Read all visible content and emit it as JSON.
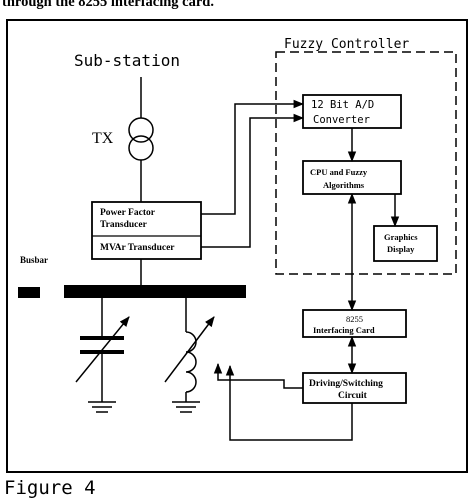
{
  "header_text": "through the 8255 interfacing card.",
  "caption": "Figure 4",
  "diagram": {
    "substation_label": "Sub-station",
    "transformer_label": "TX",
    "fuzzy_controller_label": "Fuzzy Controller",
    "busbar_label": "Busbar",
    "pf_transducer": [
      "Power Factor",
      "Transducer"
    ],
    "mvar_transducer": "MVAr Transducer",
    "adc": [
      "12 Bit A/D",
      "Converter"
    ],
    "cpu": [
      "CPU and Fuzzy",
      "Algorithms"
    ],
    "graphics": [
      "Graphics",
      "Display"
    ],
    "interfacing": [
      "8255",
      "Interfacing Card"
    ],
    "driving": [
      "Driving/Switching",
      "Circuit"
    ]
  }
}
